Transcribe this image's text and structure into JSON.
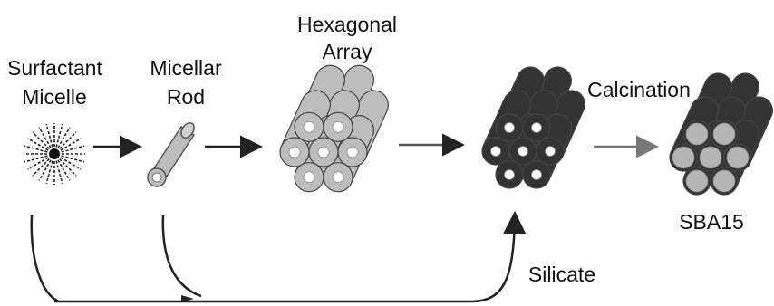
{
  "labels": {
    "surfactant_line1": "Surfactant",
    "surfactant_line2": "Micelle",
    "rod_line1": "Micellar",
    "rod_line2": "Rod",
    "hex_line1": "Hexagonal",
    "hex_line2": "Array",
    "calcination": "Calcination",
    "product": "SBA15",
    "silicate": "Silicate"
  },
  "colors": {
    "tube_light": "#bdbdbd",
    "tube_dark": "#333333",
    "pore_white": "#ffffff",
    "filled_pore": "#b5b5b5",
    "arrow": "#222222",
    "arrow_light": "#777777"
  }
}
